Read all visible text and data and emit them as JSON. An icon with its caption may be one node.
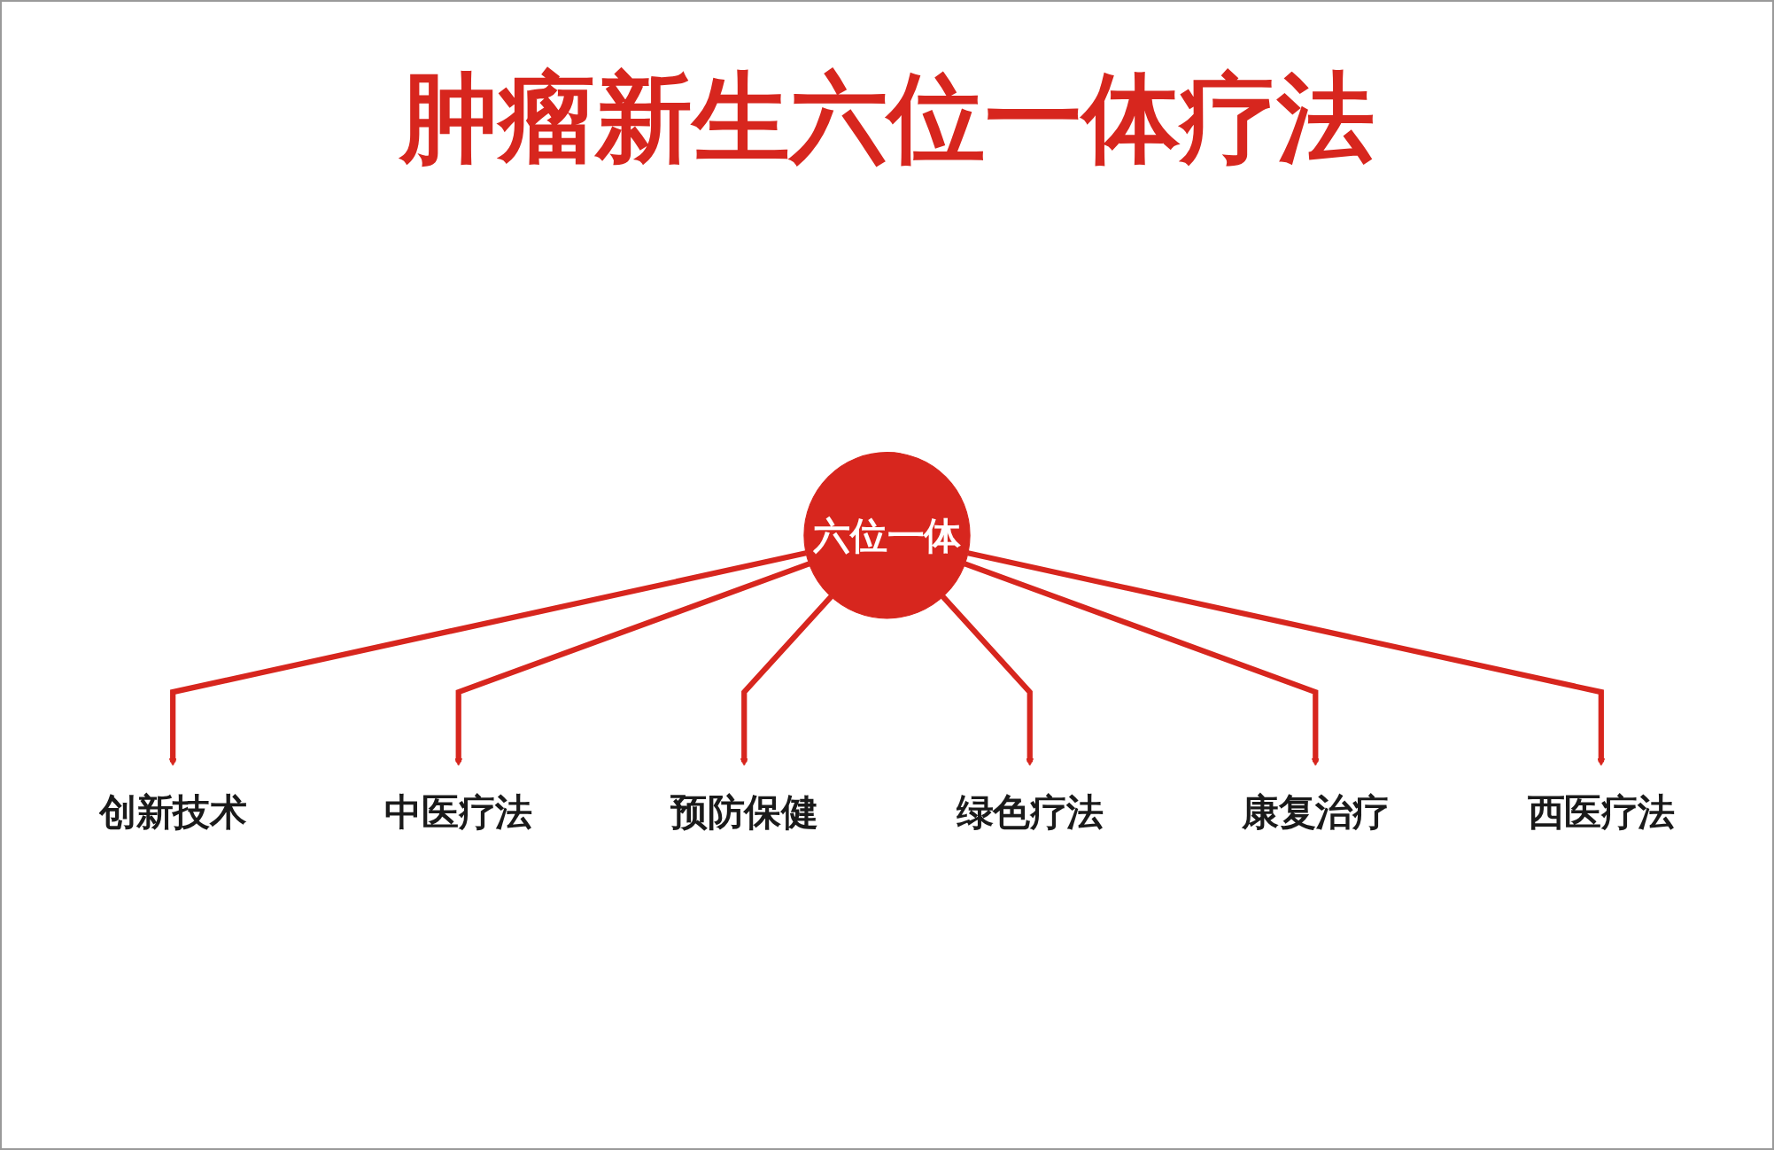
{
  "diagram": {
    "title": "肿瘤新生六位一体疗法",
    "nodes": [
      {
        "text": [
          "创新技术"
        ]
      },
      {
        "text": [
          "中医疗法"
        ]
      },
      {
        "text": [
          "预防保健"
        ]
      },
      {
        "text": [
          "六位一体"
        ]
      },
      {
        "text": [
          "绿色疗法"
        ]
      },
      {
        "text": [
          "康复治疗"
        ]
      },
      {
        "text": [
          "西医疗法"
        ]
      }
    ],
    "edges": [
      {
        "from": 3,
        "to": 0,
        "arrow": "to"
      },
      {
        "from": 3,
        "to": 1,
        "arrow": "to"
      },
      {
        "from": 3,
        "to": 2,
        "arrow": "to"
      },
      {
        "from": 3,
        "to": 4,
        "arrow": "to"
      },
      {
        "from": 3,
        "to": 5,
        "arrow": "to"
      },
      {
        "from": 3,
        "to": 6,
        "arrow": "to"
      }
    ]
  }
}
